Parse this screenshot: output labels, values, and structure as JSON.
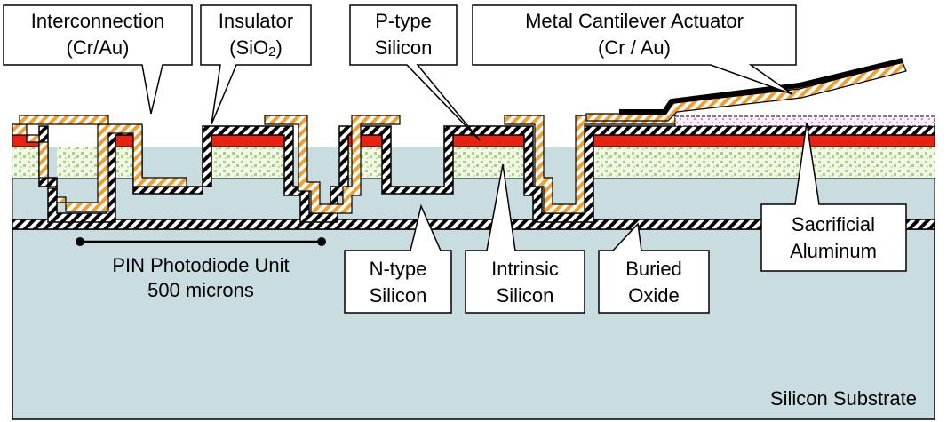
{
  "colors": {
    "substrate": "#c9dde1",
    "buried_oxide_hatch": "#000000",
    "metal_orange": "#f0a030",
    "p_type_red": "#e8220e",
    "intrinsic_dots": "#a8d080",
    "sacrificial_pink": "#e080e0",
    "cantilever": "#000000"
  },
  "labels": {
    "interconnection_line1": "Interconnection",
    "interconnection_line2": "(Cr/Au)",
    "insulator_line1": "Insulator",
    "insulator_line2_main": "(SiO",
    "insulator_line2_sub": "2",
    "insulator_line2_end": ")",
    "ptype_line1": "P-type",
    "ptype_line2": "Silicon",
    "actuator_line1": "Metal Cantilever Actuator",
    "actuator_line2": "(Cr / Au)",
    "sacrificial_line1": "Sacrificial",
    "sacrificial_line2": "Aluminum",
    "ntype_line1": "N-type",
    "ntype_line2": "Silicon",
    "intrinsic_line1": "Intrinsic",
    "intrinsic_line2": "Silicon",
    "buried_line1": "Buried",
    "buried_line2": "Oxide",
    "pin_line1": "PIN Photodiode Unit",
    "pin_line2": "500 microns",
    "substrate": "Silicon Substrate"
  }
}
